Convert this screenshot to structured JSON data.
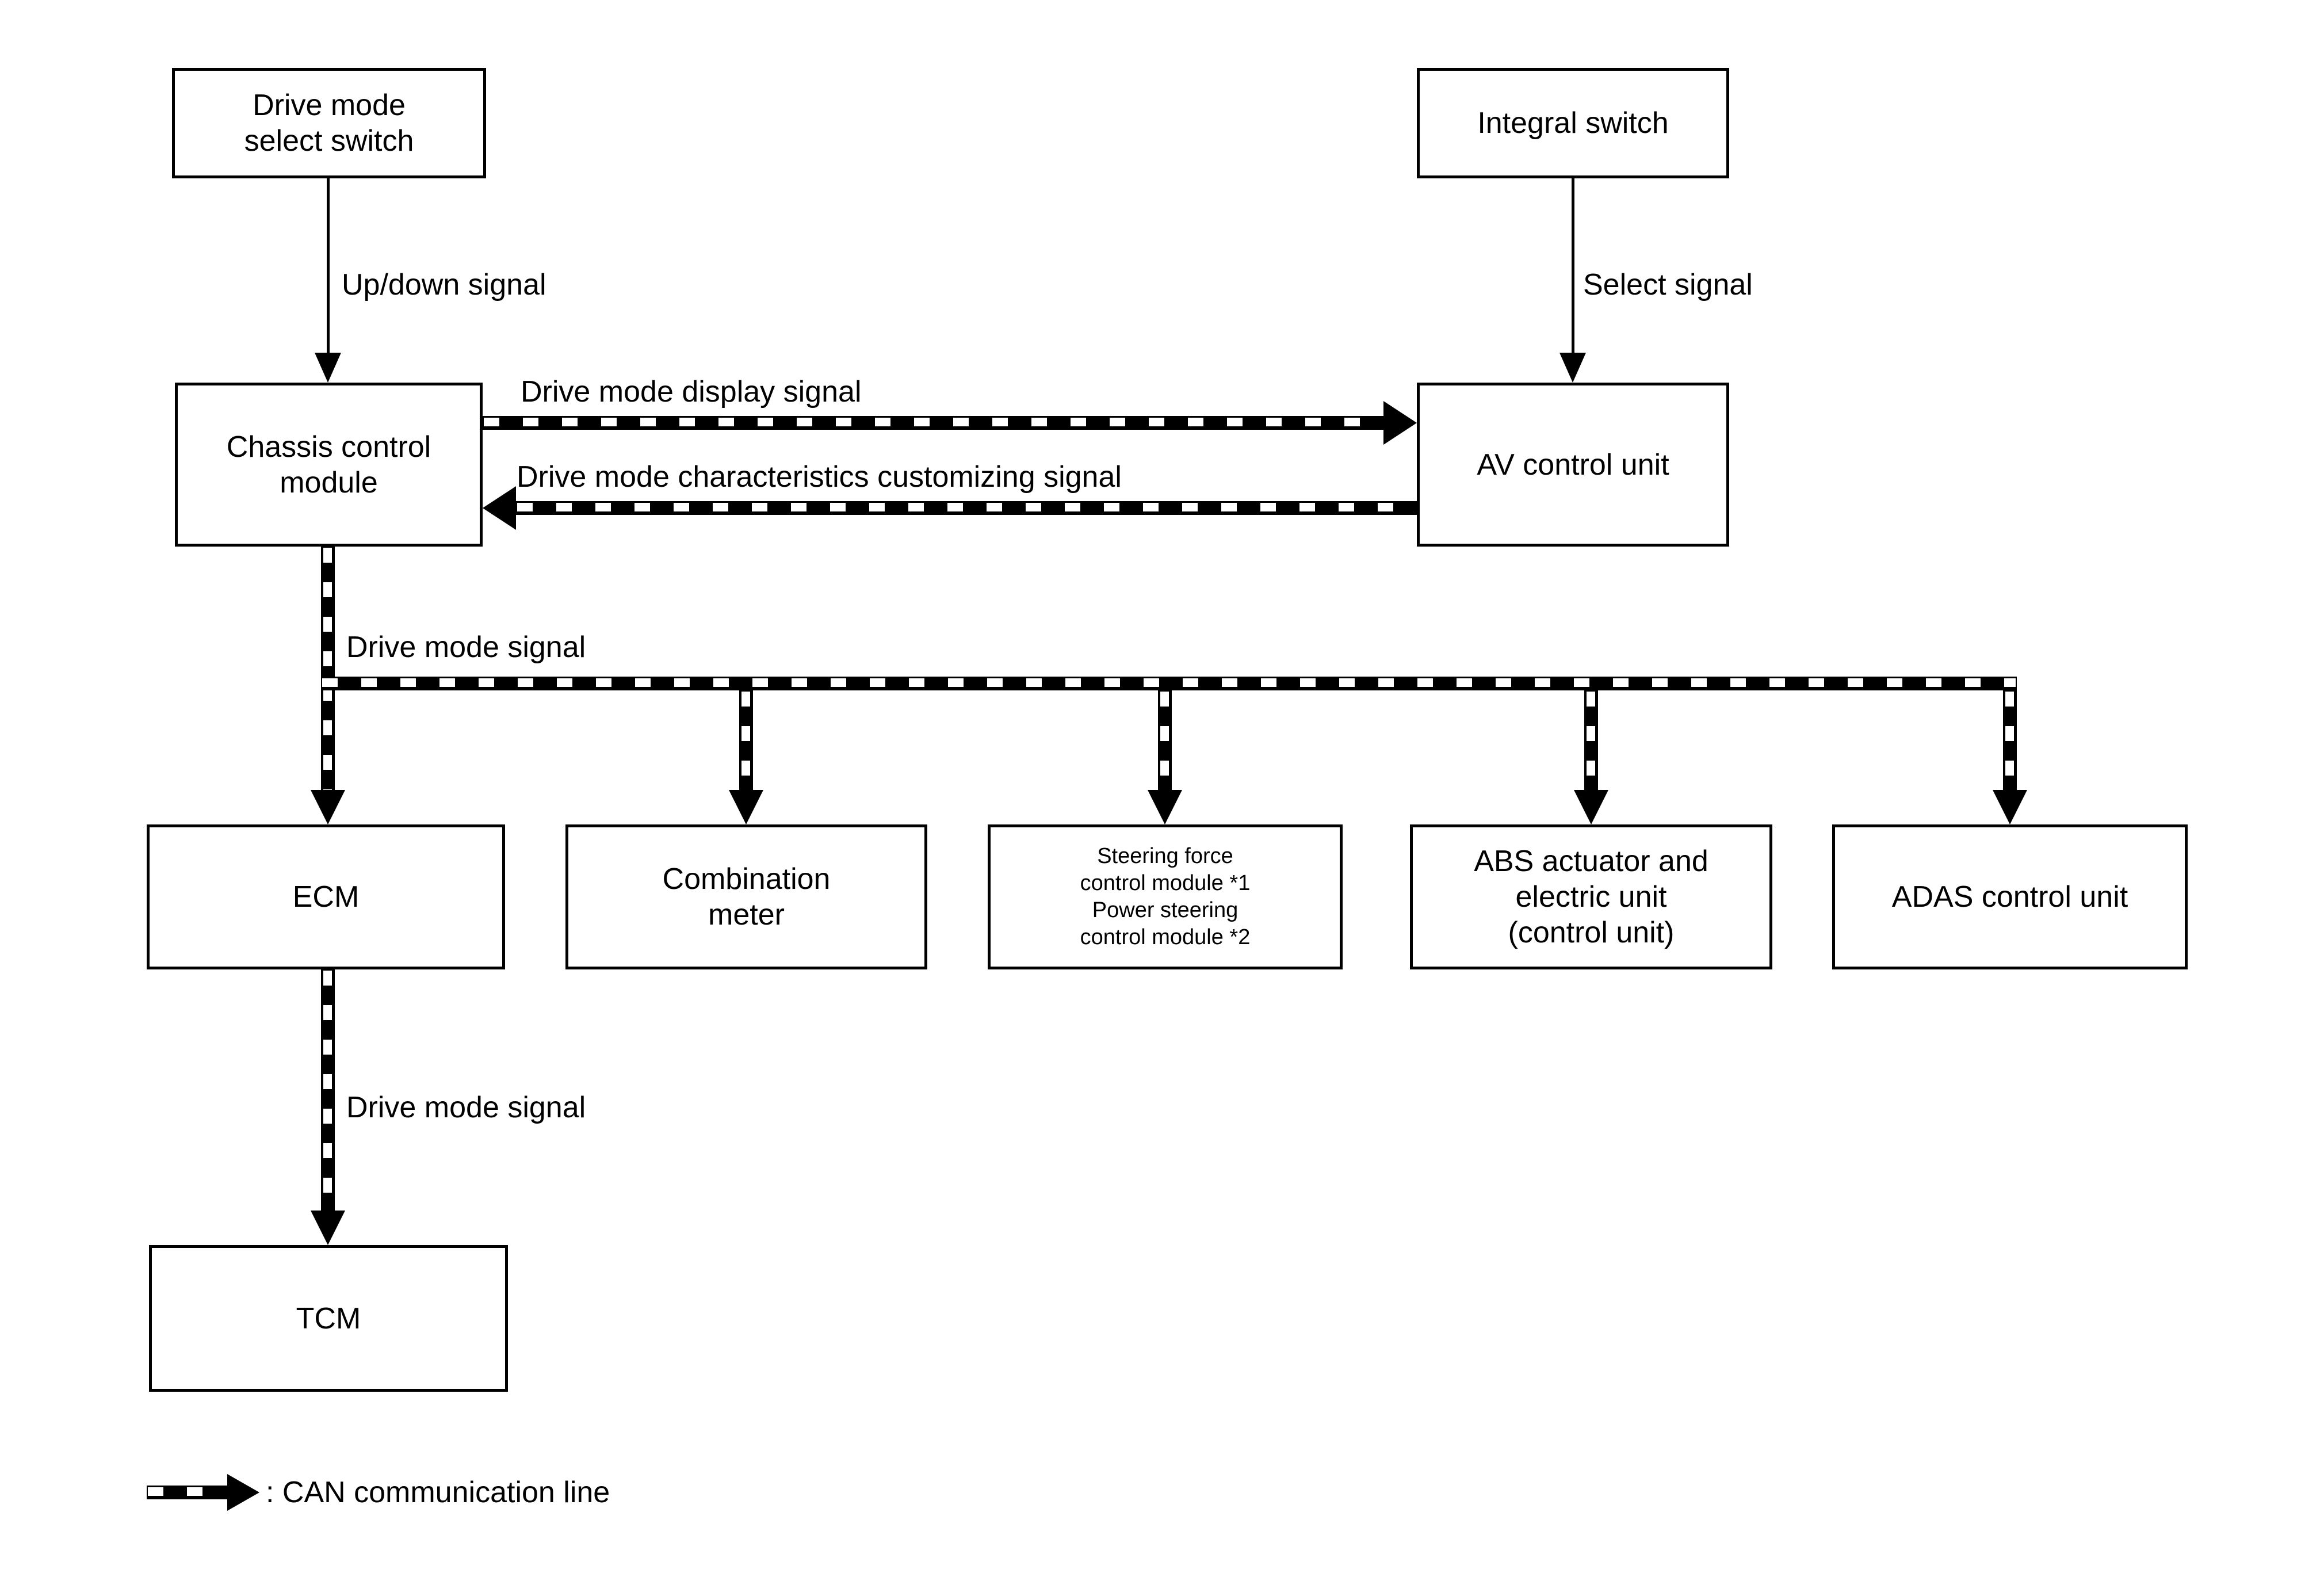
{
  "colors": {
    "ink": "#000000",
    "background": "#ffffff"
  },
  "nodes": {
    "drive_mode_select_switch": {
      "lines": [
        "Drive mode",
        "select switch"
      ]
    },
    "integral_switch": {
      "lines": [
        "Integral switch"
      ]
    },
    "chassis_control_module": {
      "lines": [
        "Chassis control",
        "module"
      ]
    },
    "av_control_unit": {
      "lines": [
        "AV control unit"
      ]
    },
    "ecm": {
      "lines": [
        "ECM"
      ]
    },
    "combination_meter": {
      "lines": [
        "Combination",
        "meter"
      ]
    },
    "steering_power_steering": {
      "lines": [
        "Steering force",
        "control module *1",
        "Power steering",
        "control module *2"
      ]
    },
    "abs_actuator": {
      "lines": [
        "ABS actuator and",
        "electric unit",
        "(control unit)"
      ]
    },
    "adas_control_unit": {
      "lines": [
        "ADAS control unit"
      ]
    },
    "tcm": {
      "lines": [
        "TCM"
      ]
    }
  },
  "edges": {
    "up_down_signal": "Up/down signal",
    "select_signal": "Select signal",
    "drive_mode_display_signal": "Drive mode display signal",
    "drive_mode_characteristics_customizing_signal": "Drive mode characteristics customizing signal",
    "drive_mode_signal_bus": "Drive mode signal",
    "drive_mode_signal_ecm_tcm": "Drive mode signal"
  },
  "legend": {
    "label": ": CAN communication line"
  }
}
